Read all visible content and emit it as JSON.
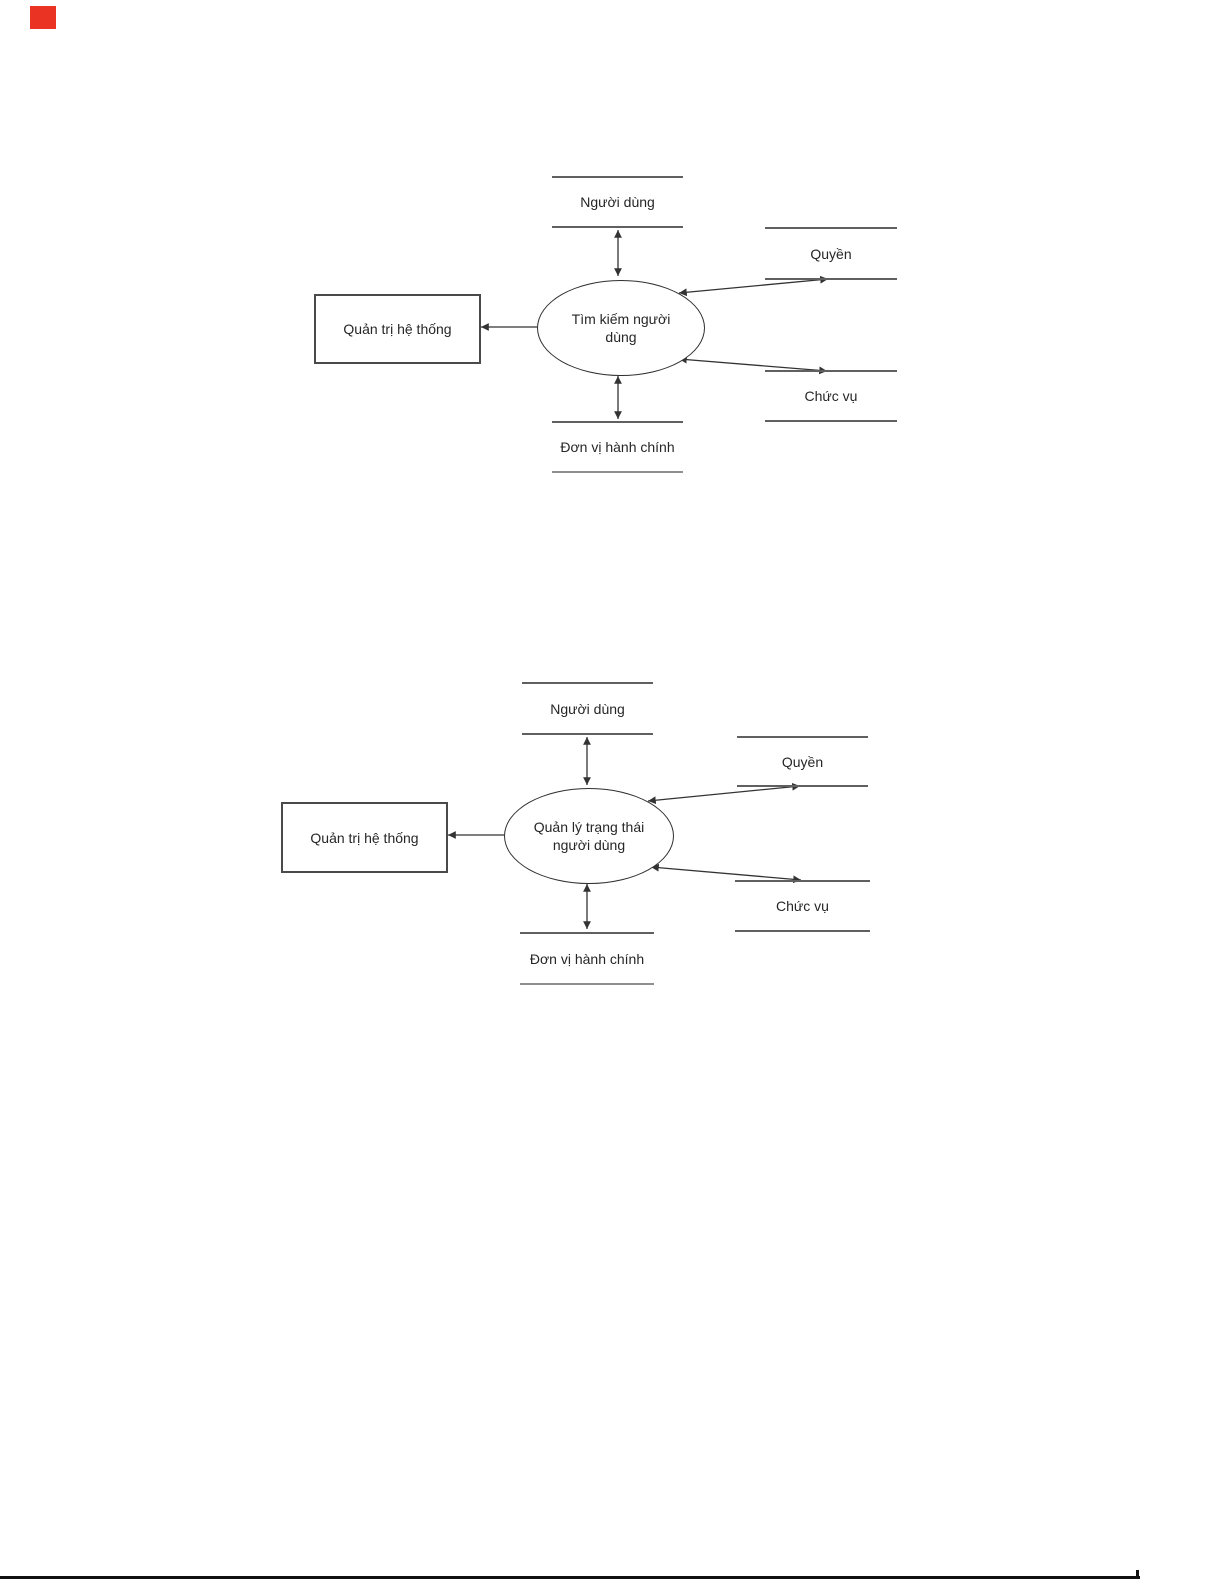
{
  "colors": {
    "store_line": "#606060",
    "store_line_light": "#8f8f8f",
    "connector": "#333333",
    "entity_border": "#4a4a4a",
    "process_border": "#2f2f2f",
    "text": "#262626",
    "marker_red": "#ea3323",
    "bottom_rule": "#111111"
  },
  "diagrams": [
    {
      "entity": "Quản trị hệ thống",
      "process": [
        "Tìm kiếm người",
        "dùng"
      ],
      "stores": {
        "top": "Người dùng",
        "right_top": "Quyền",
        "right_bottom": "Chức vụ",
        "bottom": "Đơn vị hành chính"
      }
    },
    {
      "entity": "Quản trị hệ thống",
      "process": [
        "Quản lý trạng thái",
        "người dùng"
      ],
      "stores": {
        "top": "Người dùng",
        "right_top": "Quyền",
        "right_bottom": "Chức vụ",
        "bottom": "Đơn vị hành chính"
      }
    }
  ]
}
